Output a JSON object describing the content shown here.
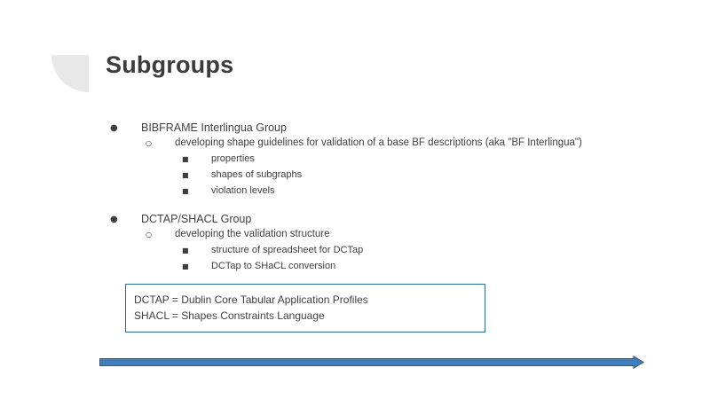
{
  "slide": {
    "title": "Subgroups",
    "deco_color": "#e8e8e8",
    "accent_color": "#2e6a9e",
    "arrow_fill": "#3d7ebf",
    "arrow_stroke": "#41566b",
    "text_color": "#3f3f3f"
  },
  "content": {
    "groups": [
      {
        "label": "BIBFRAME Interlingua Group",
        "marker": "disc-bullet",
        "sub": {
          "label": "developing shape guidelines for validation of a base BF descriptions (aka \"BF Interlingua\")",
          "marker": "circle-bullet",
          "items": [
            {
              "label": "properties",
              "marker": "square-bullet"
            },
            {
              "label": "shapes of subgraphs",
              "marker": "square-bullet"
            },
            {
              "label": "violation levels",
              "marker": "square-bullet"
            }
          ]
        }
      },
      {
        "label": "DCTAP/SHACL Group",
        "marker": "disc-bullet",
        "sub": {
          "label": "developing the validation structure",
          "marker": "circle-bullet",
          "items": [
            {
              "label": "structure of spreadsheet for DCTap",
              "marker": "square-bullet"
            },
            {
              "label": "DCTap to SHaCL conversion",
              "marker": "square-bullet"
            }
          ]
        }
      }
    ],
    "markers": {
      "disc": "●",
      "circle": "○",
      "square": "■"
    }
  },
  "definition_box": {
    "lines": [
      "DCTAP = Dublin Core Tabular Application Profiles",
      "SHACL = Shapes Constraints Language"
    ]
  }
}
